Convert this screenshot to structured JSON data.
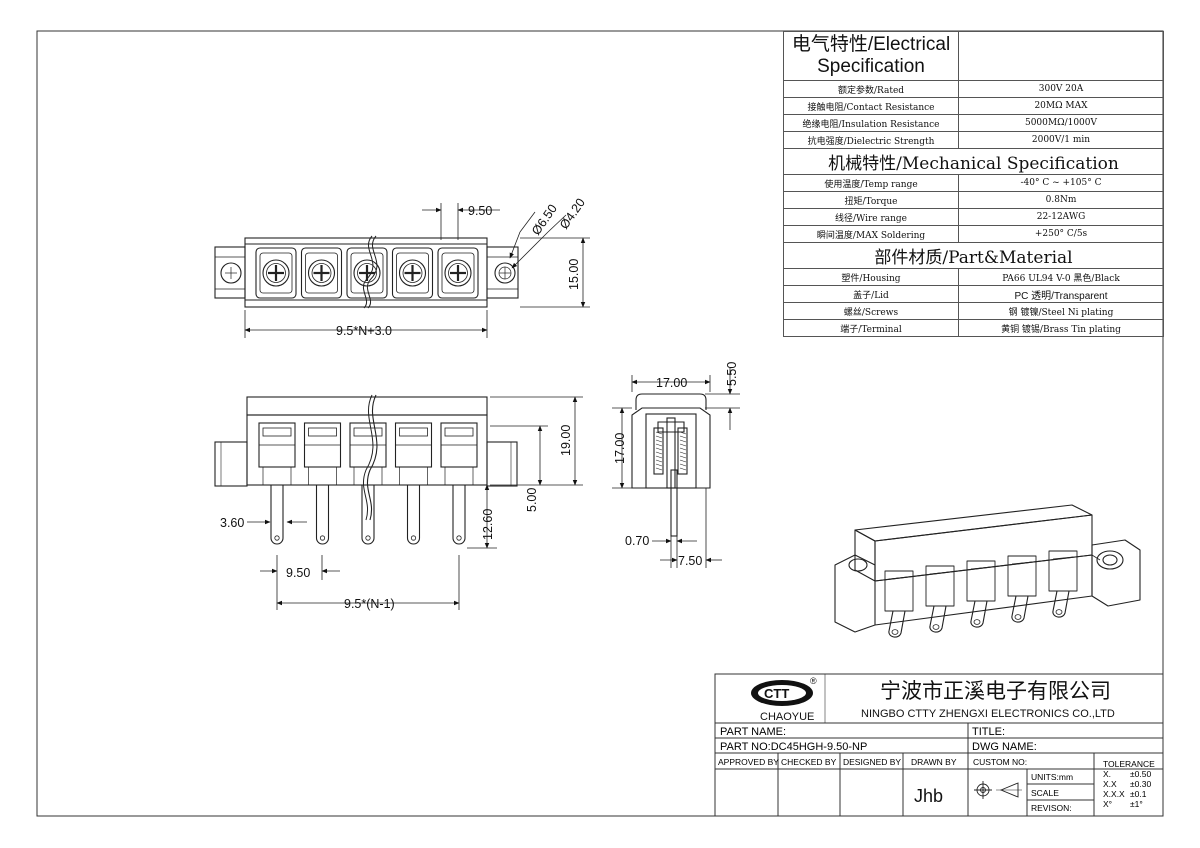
{
  "spec": {
    "electrical_title": "电气特性/Electrical Specification",
    "mechanical_title": "机械特性/Mechanical Specification",
    "material_title": "部件材质/Part&Material",
    "electrical": [
      {
        "label": "额定参数/Rated",
        "value": "300V  20A"
      },
      {
        "label": "接触电阻/Contact Resistance",
        "value": "20MΩ MAX"
      },
      {
        "label": "绝缘电阻/Insulation Resistance",
        "value": "5000MΩ/1000V"
      },
      {
        "label": "抗电强度/Dielectric Strength",
        "value": "2000V/1 min"
      }
    ],
    "mechanical": [
      {
        "label": "使用温度/Temp range",
        "value": "-40° C ~ +105° C"
      },
      {
        "label": "扭矩/Torque",
        "value": "0.8Nm"
      },
      {
        "label": "线径/Wire range",
        "value": "22-12AWG"
      },
      {
        "label": "瞬间温度/MAX Soldering",
        "value": "+250° C/5s"
      }
    ],
    "material": [
      {
        "label": "塑件/Housing",
        "value": "PA66 UL94 V-0 黑色/Black"
      },
      {
        "label": "盖子/Lid",
        "value": "PC 透明/Transparent"
      },
      {
        "label": "螺丝/Screws",
        "value": "钢 镀镍/Steel Ni plating"
      },
      {
        "label": "端子/Terminal",
        "value": "黄铜 镀锡/Brass Tin  plating"
      }
    ]
  },
  "dims": {
    "pitch_top": "9.50",
    "dia_outer": "Ø6.50",
    "dia_inner": "Ø4.20",
    "height_top": "15.00",
    "length_formula": "9.5*N+3.0",
    "pin_width": "3.60",
    "pitch_bottom": "9.50",
    "pin_span": "9.5*(N-1)",
    "height_front": "19.00",
    "pin_length": "12.60",
    "pin_offset": "5.00",
    "side_width": "17.00",
    "side_lid": "5.50",
    "side_height": "17.00",
    "side_pin_thick": "0.70",
    "side_pin_pos": "7.50"
  },
  "title_block": {
    "logo_text": "CHAOYUE",
    "logo_mark": "CTT",
    "company_cn": "宁波市正溪电子有限公司",
    "company_en": "NINGBO CTTY ZHENGXI ELECTRONICS CO.,LTD",
    "part_name_label": "PART NAME:",
    "title_label": "TITLE:",
    "part_no": "PART NO:DC45HGH-9.50-NP",
    "dwg_name_label": "DWG NAME:",
    "approved_by": "APPROVED BY",
    "checked_by": "CHECKED BY",
    "designed_by": "DESIGNED BY",
    "drawn_by": "DRAWN BY",
    "drawn_by_value": "Jhb",
    "custom_no": "CUSTOM NO:",
    "units": "UNITS:mm",
    "scale": "SCALE",
    "revision": "REVISON:",
    "tolerance_title": "TOLERANCE",
    "tolerances": [
      {
        "k": "X.",
        "v": "±0.50"
      },
      {
        "k": "X.X",
        "v": "±0.30"
      },
      {
        "k": "X.X.X",
        "v": "±0.1"
      },
      {
        "k": "X°",
        "v": "±1°"
      }
    ]
  }
}
